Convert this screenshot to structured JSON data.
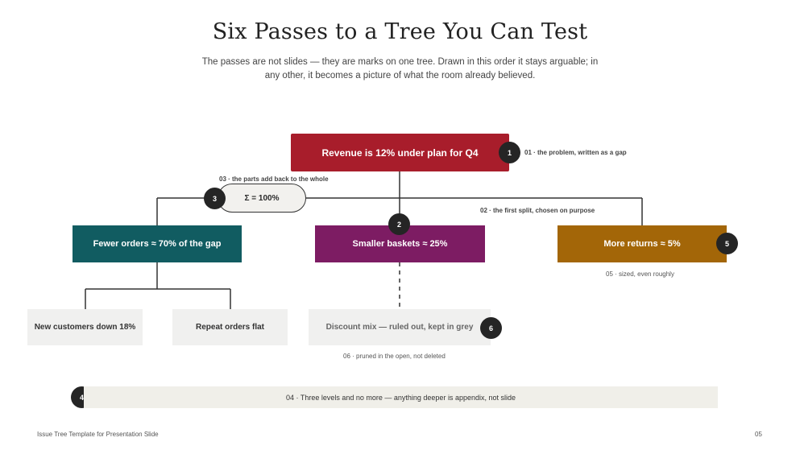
{
  "title": "Six Passes to a Tree You Can Test",
  "subtitle": "The passes are not slides — they are marks on one tree. Drawn in this order it stays arguable; in any other, it becomes a picture of what the room already believed.",
  "tree": {
    "root": "Revenue is 12% under plan for Q4",
    "sum_check": "Σ = 100%",
    "branches": [
      {
        "label": "Fewer orders ≈ 70% of the gap",
        "color": "#115c61"
      },
      {
        "label": "Smaller baskets ≈ 25%",
        "color": "#7d1c63"
      },
      {
        "label": "More returns ≈ 5%",
        "color": "#a36608"
      }
    ],
    "leaves": [
      {
        "label": "New customers down 18%"
      },
      {
        "label": "Repeat orders flat"
      },
      {
        "label": "Discount mix — ruled out, kept in grey"
      }
    ],
    "root_color": "#a81d2b"
  },
  "badges": [
    "1",
    "2",
    "3",
    "4",
    "5",
    "6"
  ],
  "notes": {
    "n1": "01 · the problem, written as a gap",
    "n2": "02 · the first split, chosen on purpose",
    "n3": "03 · the parts add back to the whole",
    "n5": "05 · sized, even roughly",
    "n6": "06 · pruned in the open, not deleted"
  },
  "bar_text": "04 · Three levels and no more — anything deeper is appendix, not slide",
  "footer": {
    "left": "Issue Tree Template for Presentation Slide",
    "right": "05"
  }
}
